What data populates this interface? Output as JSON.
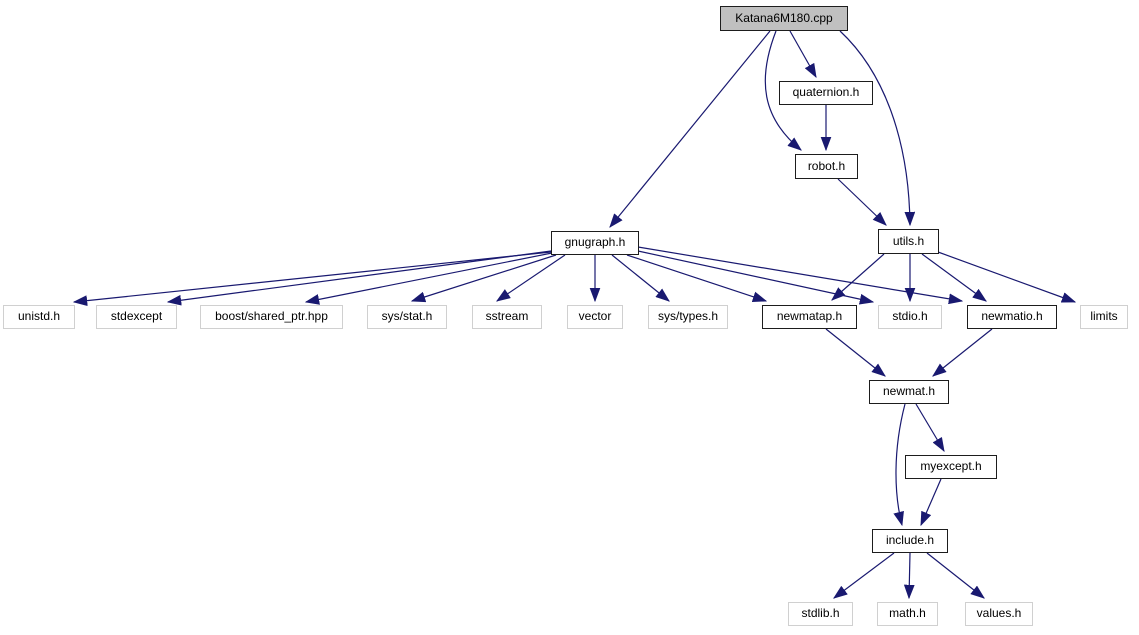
{
  "diagram": {
    "type": "include-dependency-graph",
    "root_file": "Katana6M180.cpp",
    "colors": {
      "background": "#ffffff",
      "edge": "#191970",
      "node_fill": "#ffffff",
      "root_fill": "#c0c0c0",
      "linked_border": "#1d1d1d",
      "external_border": "#d0d0d0",
      "text": "#000000"
    },
    "nodes": [
      {
        "id": "katana",
        "label": "Katana6M180.cpp",
        "kind": "root"
      },
      {
        "id": "quaternion",
        "label": "quaternion.h",
        "kind": "linked"
      },
      {
        "id": "robot",
        "label": "robot.h",
        "kind": "linked"
      },
      {
        "id": "gnugraph",
        "label": "gnugraph.h",
        "kind": "linked"
      },
      {
        "id": "utils",
        "label": "utils.h",
        "kind": "linked"
      },
      {
        "id": "unistd",
        "label": "unistd.h",
        "kind": "external"
      },
      {
        "id": "stdexcept",
        "label": "stdexcept",
        "kind": "external"
      },
      {
        "id": "boost",
        "label": "boost/shared_ptr.hpp",
        "kind": "external"
      },
      {
        "id": "sysstat",
        "label": "sys/stat.h",
        "kind": "external"
      },
      {
        "id": "sstream",
        "label": "sstream",
        "kind": "external"
      },
      {
        "id": "vector",
        "label": "vector",
        "kind": "external"
      },
      {
        "id": "systypes",
        "label": "sys/types.h",
        "kind": "external"
      },
      {
        "id": "newmatap",
        "label": "newmatap.h",
        "kind": "linked"
      },
      {
        "id": "stdio",
        "label": "stdio.h",
        "kind": "external"
      },
      {
        "id": "newmatio",
        "label": "newmatio.h",
        "kind": "linked"
      },
      {
        "id": "limits",
        "label": "limits",
        "kind": "external"
      },
      {
        "id": "newmat",
        "label": "newmat.h",
        "kind": "linked"
      },
      {
        "id": "myexcept",
        "label": "myexcept.h",
        "kind": "linked"
      },
      {
        "id": "include",
        "label": "include.h",
        "kind": "linked"
      },
      {
        "id": "stdlib",
        "label": "stdlib.h",
        "kind": "external"
      },
      {
        "id": "math",
        "label": "math.h",
        "kind": "external"
      },
      {
        "id": "values",
        "label": "values.h",
        "kind": "external"
      }
    ],
    "edges": [
      {
        "from": "katana",
        "to": "gnugraph"
      },
      {
        "from": "katana",
        "to": "quaternion"
      },
      {
        "from": "katana",
        "to": "robot"
      },
      {
        "from": "katana",
        "to": "utils"
      },
      {
        "from": "quaternion",
        "to": "robot"
      },
      {
        "from": "robot",
        "to": "utils"
      },
      {
        "from": "gnugraph",
        "to": "unistd"
      },
      {
        "from": "gnugraph",
        "to": "stdexcept"
      },
      {
        "from": "gnugraph",
        "to": "boost"
      },
      {
        "from": "gnugraph",
        "to": "sysstat"
      },
      {
        "from": "gnugraph",
        "to": "sstream"
      },
      {
        "from": "gnugraph",
        "to": "vector"
      },
      {
        "from": "gnugraph",
        "to": "systypes"
      },
      {
        "from": "gnugraph",
        "to": "newmatap"
      },
      {
        "from": "gnugraph",
        "to": "stdio"
      },
      {
        "from": "gnugraph",
        "to": "newmatio"
      },
      {
        "from": "utils",
        "to": "newmatap"
      },
      {
        "from": "utils",
        "to": "stdio"
      },
      {
        "from": "utils",
        "to": "newmatio"
      },
      {
        "from": "utils",
        "to": "limits"
      },
      {
        "from": "newmatap",
        "to": "newmat"
      },
      {
        "from": "newmatio",
        "to": "newmat"
      },
      {
        "from": "newmat",
        "to": "myexcept"
      },
      {
        "from": "newmat",
        "to": "include"
      },
      {
        "from": "myexcept",
        "to": "include"
      },
      {
        "from": "include",
        "to": "stdlib"
      },
      {
        "from": "include",
        "to": "math"
      },
      {
        "from": "include",
        "to": "values"
      }
    ]
  }
}
